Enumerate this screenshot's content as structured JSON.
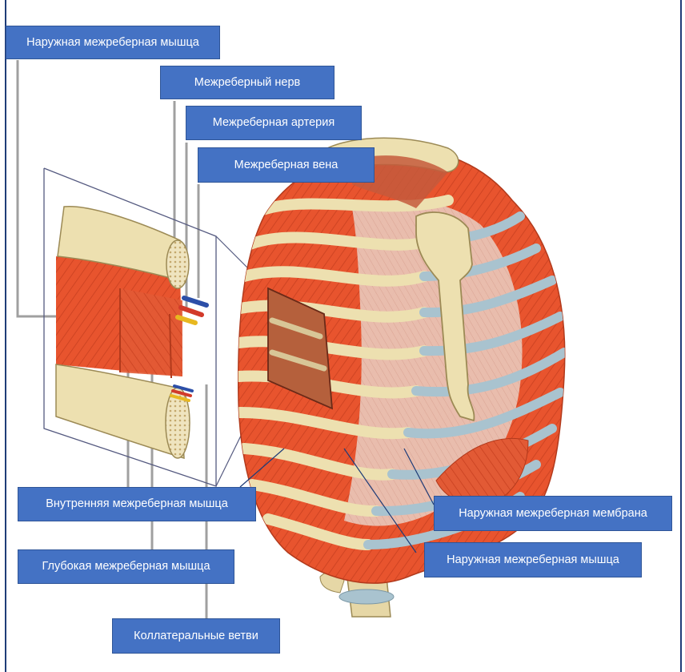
{
  "labels": {
    "external_intercostal_muscle_top": "Наружная межреберная мышца",
    "intercostal_nerve": "Межреберный нерв",
    "intercostal_artery": "Межреберная артерия",
    "intercostal_vein": "Межреберная вена",
    "internal_intercostal_muscle": "Внутренняя межреберная мышца",
    "innermost_intercostal_muscle": "Глубокая межреберная мышца",
    "collateral_branches": "Коллатеральные ветви",
    "external_intercostal_membrane": "Наружная межреберная мембрана",
    "external_intercostal_muscle_right": "Наружная межреберная мышца"
  },
  "colors": {
    "label_fill": "#4472c4",
    "muscle": "#e8542e",
    "bone": "#ede0b0",
    "cartilage": "#a9c3cf",
    "membrane": "#e9c2b4",
    "leader_line": "#a0a0a0",
    "frame": "#1f3c78"
  }
}
